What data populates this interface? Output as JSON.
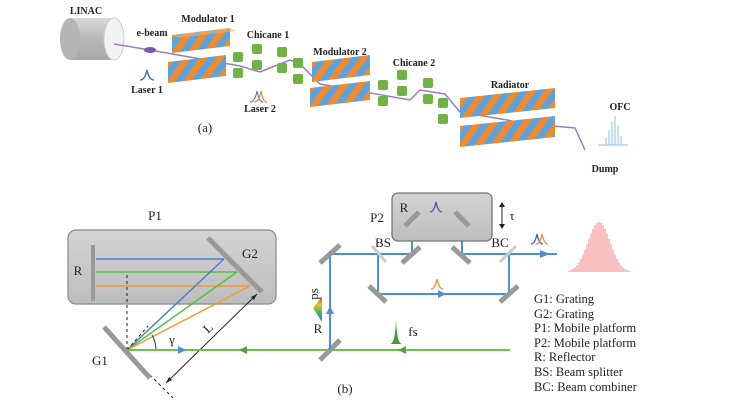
{
  "panel_a": {
    "caption": "(a)",
    "labels": {
      "linac": "LINAC",
      "ebeam": "e-beam",
      "laser1": "Laser 1",
      "laser2": "Laser 2",
      "modulator1": "Modulator 1",
      "modulator2": "Modulator 2",
      "chicane1": "Chicane 1",
      "chicane2": "Chicane 2",
      "radiator": "Radiator",
      "ofc": "OFC",
      "dump": "Dump"
    }
  },
  "panel_b": {
    "caption": "(b)",
    "labels": {
      "p1": "P1",
      "p2": "P2",
      "r_p1": "R",
      "r_p2": "R",
      "r_turn": "R",
      "g1": "G1",
      "g2": "G2",
      "gamma": "γ",
      "length": "L",
      "bs": "BS",
      "bc": "BC",
      "tau": "τ",
      "ps": "ps",
      "fs": "fs"
    },
    "legend": [
      "G1: Grating",
      "G2: Grating",
      "P1: Mobile platform",
      "P2: Mobile platform",
      "R: Reflector",
      "BS: Beam splitter",
      "BC: Beam combiner"
    ]
  },
  "colors": {
    "undulator_orange": "#f08a2c",
    "undulator_blue": "#5aa3e0",
    "chicane_green": "#6fb344",
    "electron_path": "#9a7cc0",
    "laser_blue": "#4a90d9",
    "laser_green": "#6cc24a",
    "laser_orange": "#f39a3a",
    "platform_gray": "#c8c8c8",
    "comb_red": "#f4a0a0"
  }
}
